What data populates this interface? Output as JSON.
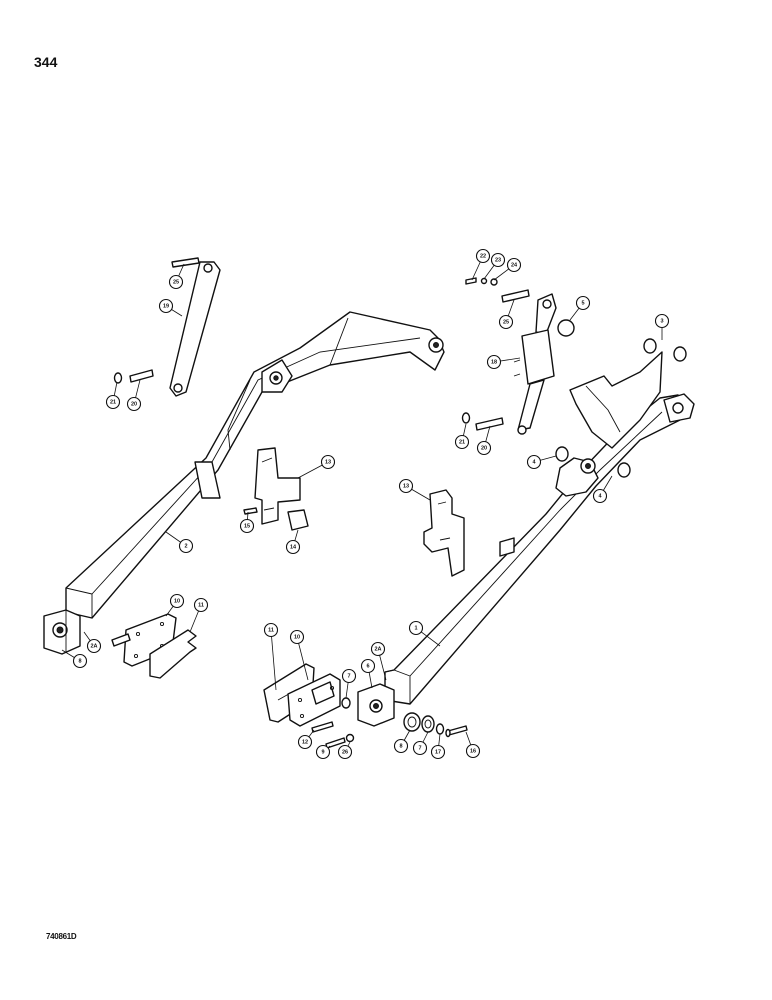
{
  "page": {
    "number": "344",
    "ref_code": "740861D"
  },
  "callouts": [
    {
      "id": "c-25-left",
      "label": "25"
    },
    {
      "id": "c-19",
      "label": "19"
    },
    {
      "id": "c-21-left",
      "label": "21"
    },
    {
      "id": "c-20-left",
      "label": "20"
    },
    {
      "id": "c-22",
      "label": "22"
    },
    {
      "id": "c-23",
      "label": "23"
    },
    {
      "id": "c-24",
      "label": "24"
    },
    {
      "id": "c-25-right",
      "label": "25"
    },
    {
      "id": "c-5",
      "label": "5"
    },
    {
      "id": "c-3",
      "label": "3"
    },
    {
      "id": "c-18",
      "label": "18"
    },
    {
      "id": "c-21-right",
      "label": "21"
    },
    {
      "id": "c-20-right",
      "label": "20"
    },
    {
      "id": "c-4-left",
      "label": "4"
    },
    {
      "id": "c-4-right",
      "label": "4"
    },
    {
      "id": "c-13-left",
      "label": "13"
    },
    {
      "id": "c-13-right",
      "label": "13"
    },
    {
      "id": "c-15",
      "label": "15"
    },
    {
      "id": "c-14",
      "label": "14"
    },
    {
      "id": "c-2",
      "label": "2"
    },
    {
      "id": "c-1",
      "label": "1"
    },
    {
      "id": "c-10-left",
      "label": "10"
    },
    {
      "id": "c-11-left",
      "label": "11"
    },
    {
      "id": "c-2a-left",
      "label": "2A"
    },
    {
      "id": "c-8-left",
      "label": "8"
    },
    {
      "id": "c-11-right",
      "label": "11"
    },
    {
      "id": "c-10-right",
      "label": "10"
    },
    {
      "id": "c-2a-right",
      "label": "2A"
    },
    {
      "id": "c-6",
      "label": "6"
    },
    {
      "id": "c-7-upper",
      "label": "7"
    },
    {
      "id": "c-12",
      "label": "12"
    },
    {
      "id": "c-9",
      "label": "9"
    },
    {
      "id": "c-26",
      "label": "26"
    },
    {
      "id": "c-8-right",
      "label": "8"
    },
    {
      "id": "c-7-lower",
      "label": "7"
    },
    {
      "id": "c-17",
      "label": "17"
    },
    {
      "id": "c-16",
      "label": "16"
    }
  ]
}
